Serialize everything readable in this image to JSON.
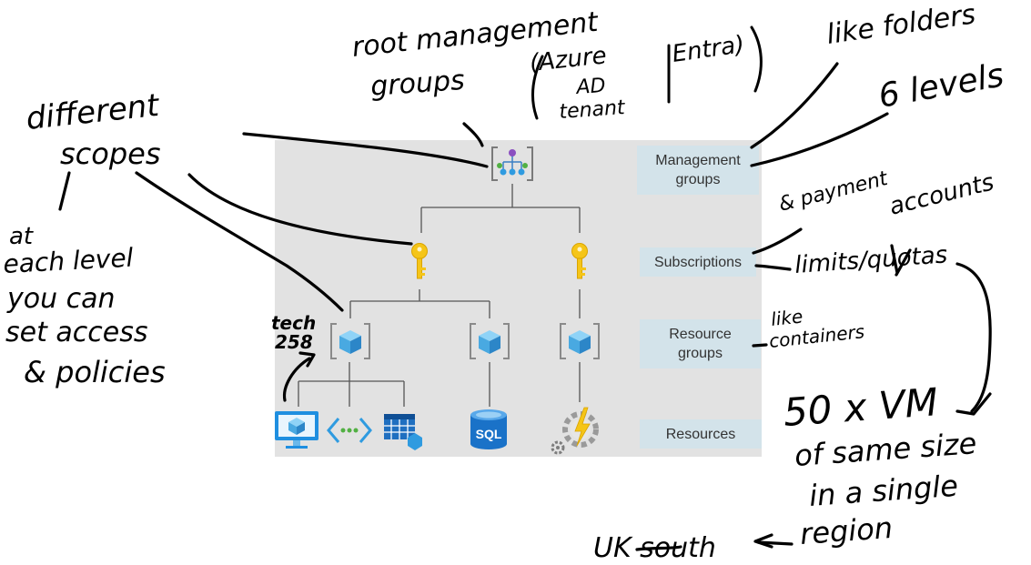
{
  "hierarchy_labels": {
    "management_groups": "Management\ngroups",
    "subscriptions": "Subscriptions",
    "resource_groups": "Resource\ngroups",
    "resources": "Resources"
  },
  "icons": {
    "management_group": "management-group-icon",
    "subscription": "subscription-key-icon",
    "resource_group": "resource-group-cube-icon",
    "virtual_machine": "virtual-machine-icon",
    "virtual_network": "virtual-network-icon",
    "app_service": "app-service-icon",
    "sql": "sql-database-icon",
    "function_app": "function-app-icon"
  },
  "sql_label": "SQL",
  "handwritten_notes": {
    "root_line1": "root management",
    "root_line2": "groups",
    "azure_line1": "(Azure",
    "azure_line2": "AD",
    "azure_line3": "tenant",
    "entra": "Entra)",
    "like_folders": "like folders",
    "six_levels": "6 levels",
    "different_line1": "different",
    "different_line2": "scopes",
    "at_each_line1": "at",
    "at_each_line2": "each level",
    "at_each_line3": "you can",
    "at_each_line4": "set access",
    "at_each_line5": "& policies",
    "payment_line1": "& payment",
    "payment_line2": "accounts",
    "limits": "limits/quotas",
    "tech_line1": "tech",
    "tech_line2": "258",
    "like_containers_line1": "like",
    "like_containers_line2": "containers",
    "vm_line1": "50 x VM",
    "vm_line2": "of same size",
    "vm_line3": "in a single",
    "vm_line4": "region",
    "uk_south": "UK south"
  },
  "colors": {
    "panel_bg": "#e2e2e2",
    "label_bg": "#d3e3ea",
    "key_yellow": "#f5c518",
    "cube_blue": "#49a9e1",
    "sql_blue": "#1a72c8",
    "ink": "#000000"
  }
}
